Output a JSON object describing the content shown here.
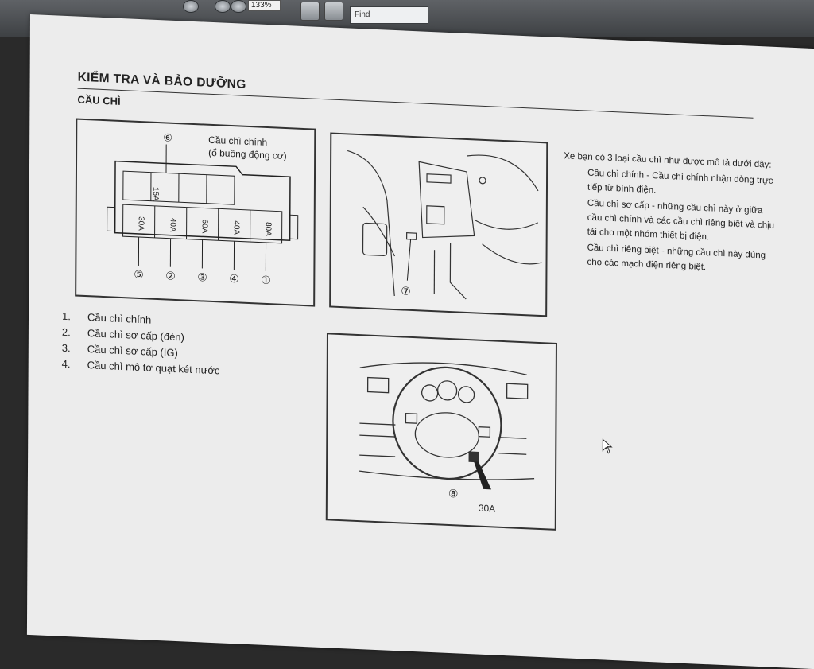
{
  "toolbar": {
    "zoom": "133%",
    "find_placeholder": "Find"
  },
  "document": {
    "heading": "KIỂM TRA VÀ BẢO DƯỠNG",
    "subheading": "CẦU CHÌ",
    "panel1": {
      "caption_line1": "Cầu chì chính",
      "caption_line2": "(ổ buồng động cơ)",
      "fuse_top": "15A",
      "fuses_bottom": [
        "30A",
        "40A",
        "60A",
        "40A",
        "80A"
      ],
      "callout_top": "⑥",
      "callouts_bottom": [
        "⑤",
        "②",
        "③",
        "④",
        "①"
      ]
    },
    "panel2": {
      "callout": "⑦"
    },
    "panel3": {
      "callout": "⑧",
      "fuse_label": "30A"
    },
    "list": [
      {
        "num": "1.",
        "text": "Cầu chì chính"
      },
      {
        "num": "2.",
        "text": "Cầu chì sơ cấp (đèn)"
      },
      {
        "num": "3.",
        "text": "Cầu chì sơ cấp (IG)"
      },
      {
        "num": "4.",
        "text": "Cầu chì mô tơ quạt két nước"
      }
    ],
    "description": {
      "intro": "Xe bạn có 3 loại cầu chì như được mô tả dưới đây:",
      "items": [
        "Cầu chì chính - Cầu chì chính nhận dòng trực tiếp từ bình điện.",
        "Cầu chì sơ cấp - những cầu chì này ở giữa cầu chì chính và các cầu chì riêng biệt và chịu tải cho một nhóm thiết bị điện.",
        "Cầu chì riêng biệt - những cầu chì này dùng cho các mạch điện riêng biệt."
      ]
    }
  }
}
